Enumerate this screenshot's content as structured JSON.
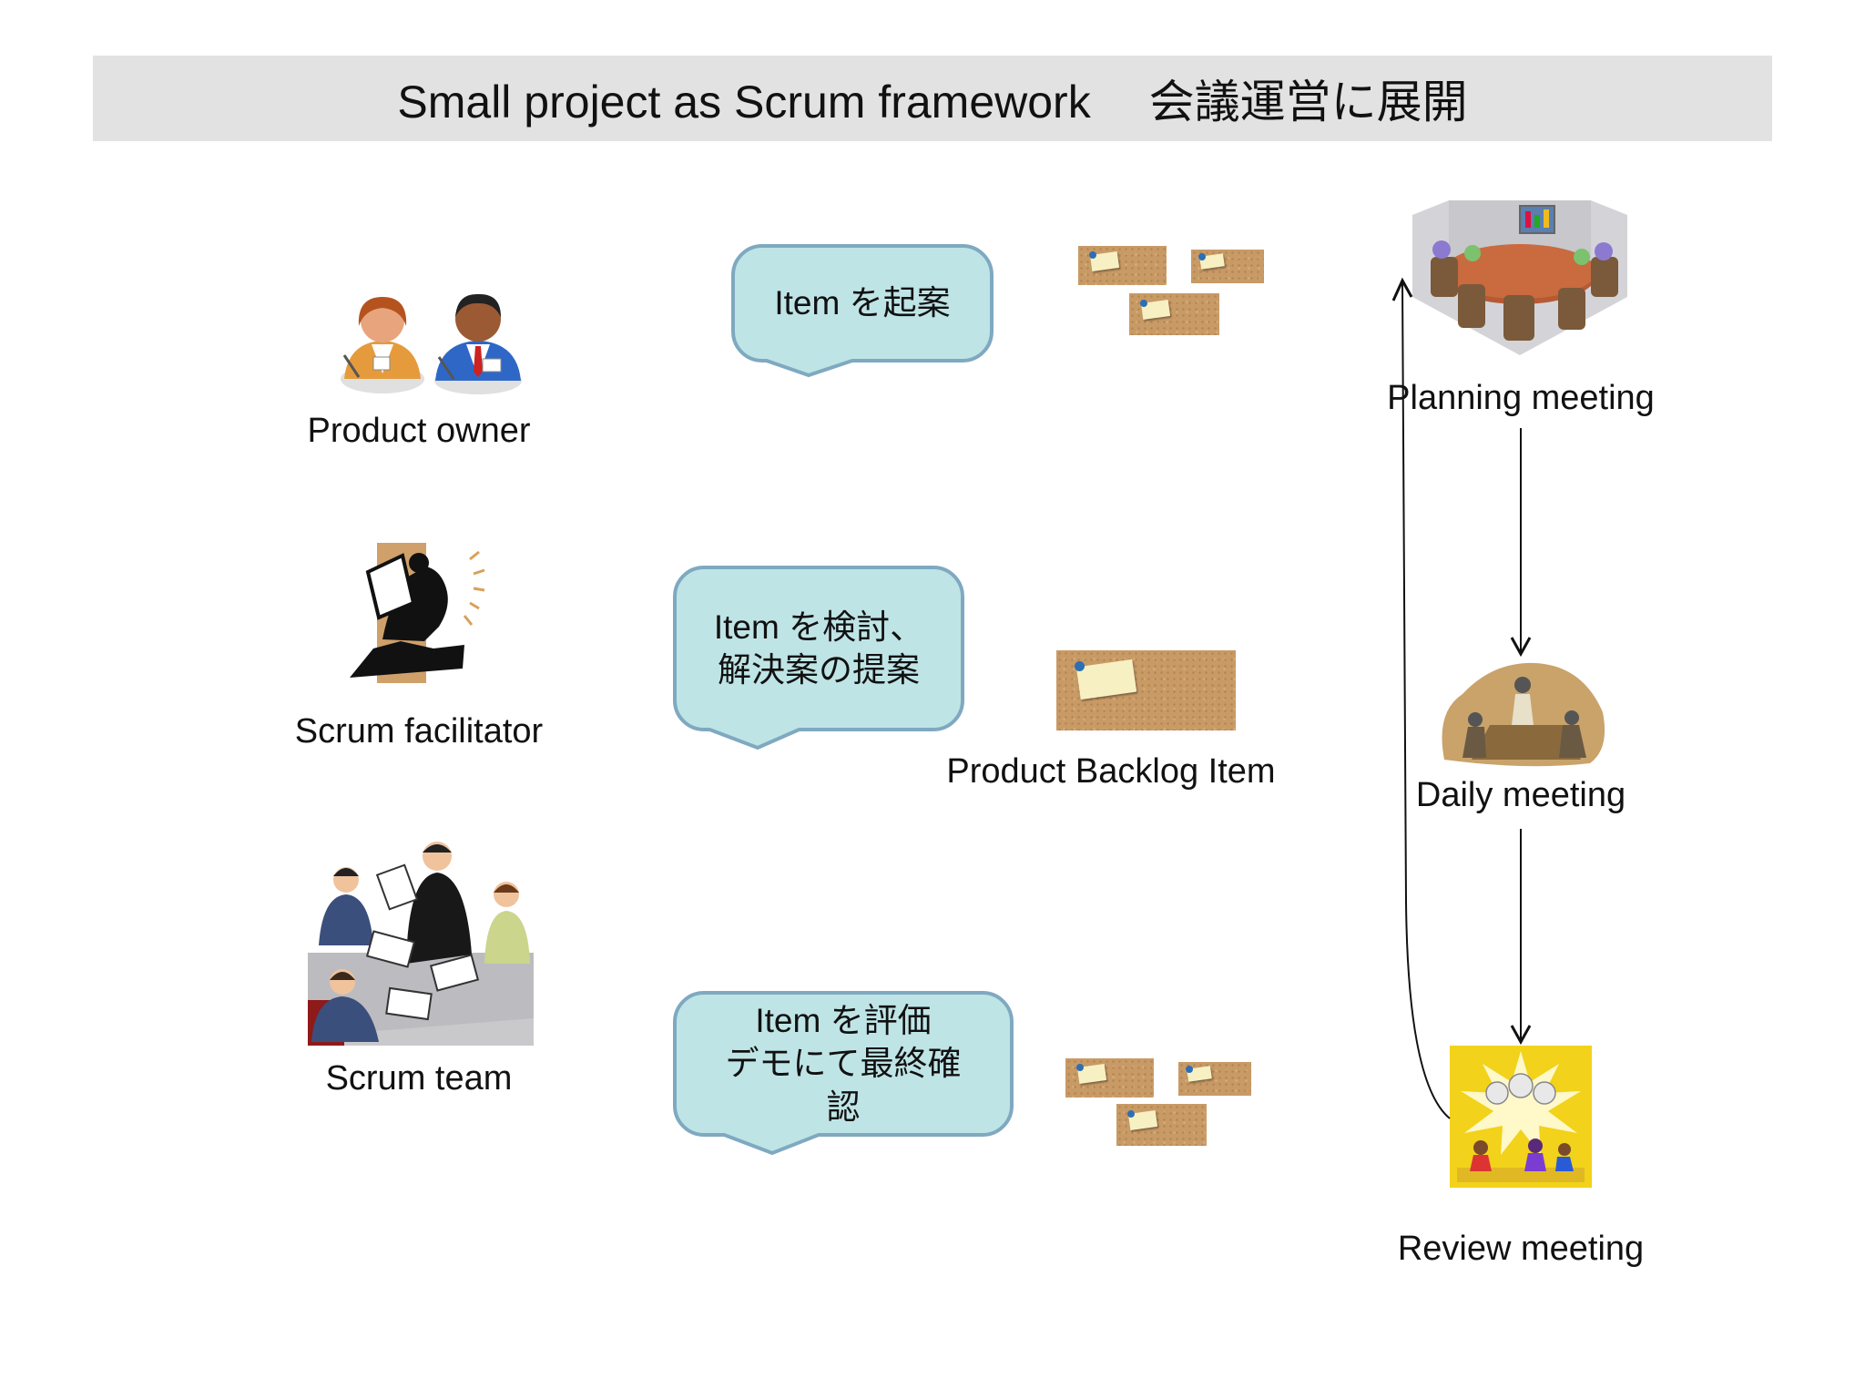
{
  "title": "Small project as Scrum framework　 会議運営に展開",
  "roles": [
    {
      "label": "Product owner",
      "icon": "product-owner-icon"
    },
    {
      "label": "Scrum facilitator",
      "icon": "scrum-facilitator-icon"
    },
    {
      "label": "Scrum team",
      "icon": "scrum-team-icon"
    }
  ],
  "bubbles": [
    {
      "line1": "Item を起案",
      "line2": "",
      "line3": ""
    },
    {
      "line1": "Item を検討、",
      "line2": "解決案の提案",
      "line3": ""
    },
    {
      "line1": "Item を評価",
      "line2": "デモにて最終確",
      "line3": "認"
    }
  ],
  "backlog": {
    "label": "Product Backlog Item",
    "icon": "corkboard-note-icon"
  },
  "meetings": [
    {
      "label": "Planning meeting",
      "icon": "planning-meeting-icon"
    },
    {
      "label": "Daily meeting",
      "icon": "daily-meeting-icon"
    },
    {
      "label": "Review meeting",
      "icon": "review-meeting-icon"
    }
  ],
  "colors": {
    "bubble_fill": "#bfe4e6",
    "bubble_border": "#7fa9c0",
    "title_bar": "#e2e2e2",
    "cork": "#c89a66",
    "note": "#f7f0c3"
  }
}
